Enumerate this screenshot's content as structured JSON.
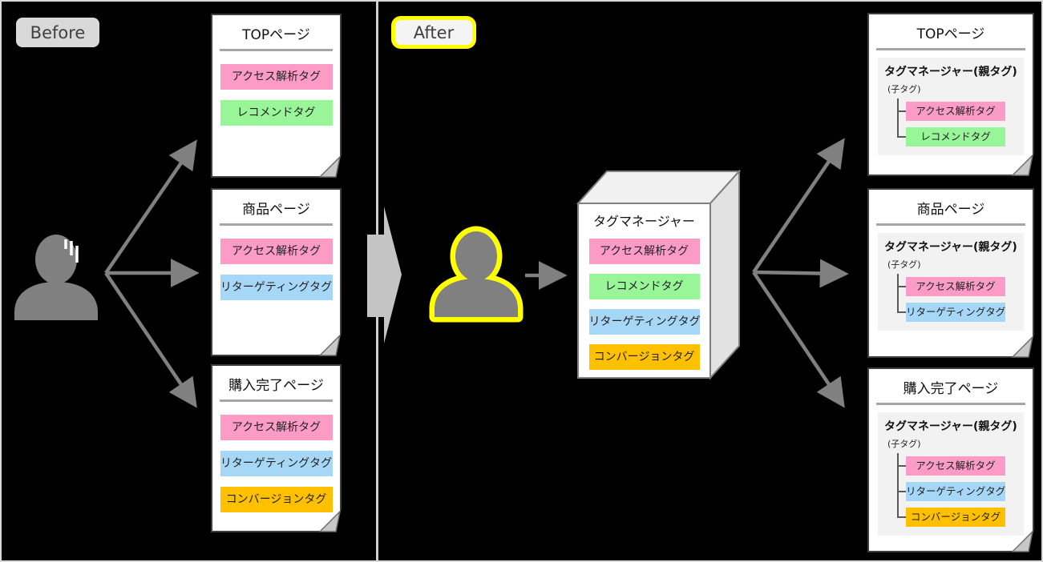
{
  "icons": {
    "person_before": "stressed-person-silhouette",
    "person_after": "highlighted-person-silhouette",
    "block_arrow": "transition-right-block-arrow",
    "fold": "page-corner-fold"
  },
  "colors": {
    "tag_pink": "#FC9CC6",
    "tag_green": "#98F698",
    "tag_blue": "#A6D7F6",
    "tag_orange": "#FFC000",
    "arrow_gray": "#808080",
    "highlight_yellow": "#FFFF00"
  },
  "before": {
    "chip": "Before",
    "cards": [
      {
        "title": "TOPページ",
        "tags": [
          {
            "label": "アクセス解析タグ",
            "color": "#FC9CC6"
          },
          {
            "label": "レコメンドタグ",
            "color": "#98F698"
          }
        ]
      },
      {
        "title": "商品ページ",
        "tags": [
          {
            "label": "アクセス解析タグ",
            "color": "#FC9CC6"
          },
          {
            "label": "リターゲティングタグ",
            "color": "#A6D7F6"
          }
        ]
      },
      {
        "title": "購入完了ページ",
        "tags": [
          {
            "label": "アクセス解析タグ",
            "color": "#FC9CC6"
          },
          {
            "label": "リターゲティングタグ",
            "color": "#A6D7F6"
          },
          {
            "label": "コンバージョンタグ",
            "color": "#FFC000"
          }
        ]
      }
    ]
  },
  "after": {
    "chip": "After",
    "box": {
      "title": "タグマネージャー",
      "tags": [
        {
          "label": "アクセス解析タグ",
          "color": "#FC9CC6"
        },
        {
          "label": "レコメンドタグ",
          "color": "#98F698"
        },
        {
          "label": "リターゲティングタグ",
          "color": "#A6D7F6"
        },
        {
          "label": "コンバージョンタグ",
          "color": "#FFC000"
        }
      ]
    },
    "cards": [
      {
        "title": "TOPページ",
        "parent": "タグマネージャー(親タグ)",
        "child": "(子タグ)",
        "tags": [
          {
            "label": "アクセス解析タグ",
            "color": "#FC9CC6"
          },
          {
            "label": "レコメンドタグ",
            "color": "#98F698"
          }
        ]
      },
      {
        "title": "商品ページ",
        "parent": "タグマネージャー(親タグ)",
        "child": "(子タグ)",
        "tags": [
          {
            "label": "アクセス解析タグ",
            "color": "#FC9CC6"
          },
          {
            "label": "リターゲティングタグ",
            "color": "#A6D7F6"
          }
        ]
      },
      {
        "title": "購入完了ページ",
        "parent": "タグマネージャー(親タグ)",
        "child": "(子タグ)",
        "tags": [
          {
            "label": "アクセス解析タグ",
            "color": "#FC9CC6"
          },
          {
            "label": "リターゲティングタグ",
            "color": "#A6D7F6"
          },
          {
            "label": "コンバージョンタグ",
            "color": "#FFC000"
          }
        ]
      }
    ]
  }
}
